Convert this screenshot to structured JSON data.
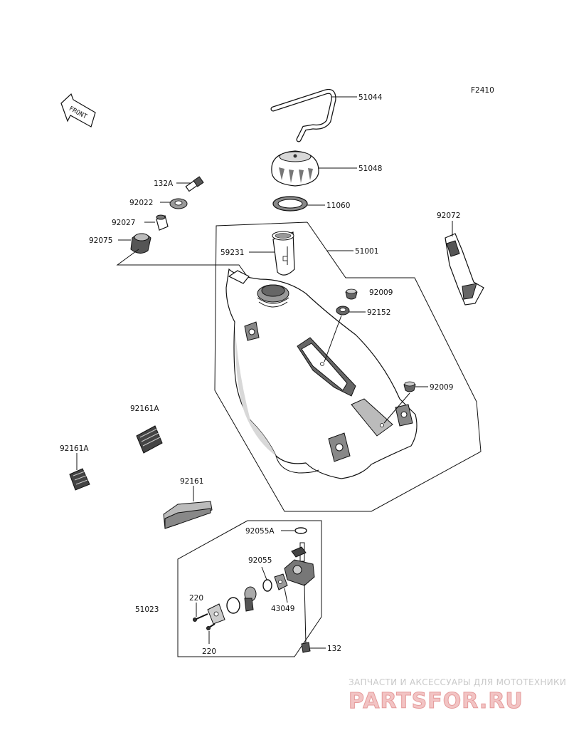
{
  "figure_code": "F2410",
  "front_indicator": "FRONT",
  "parts": [
    {
      "id": "p51044",
      "number": "51044"
    },
    {
      "id": "p51048",
      "number": "51048"
    },
    {
      "id": "p11060",
      "number": "11060"
    },
    {
      "id": "p132A",
      "number": "132A"
    },
    {
      "id": "p92022",
      "number": "92022"
    },
    {
      "id": "p92027",
      "number": "92027"
    },
    {
      "id": "p92075",
      "number": "92075"
    },
    {
      "id": "p59231",
      "number": "59231"
    },
    {
      "id": "p51001",
      "number": "51001"
    },
    {
      "id": "p92072",
      "number": "92072"
    },
    {
      "id": "p92009a",
      "number": "92009"
    },
    {
      "id": "p92152",
      "number": "92152"
    },
    {
      "id": "p92009b",
      "number": "92009"
    },
    {
      "id": "p92161Aa",
      "number": "92161A"
    },
    {
      "id": "p92161Ab",
      "number": "92161A"
    },
    {
      "id": "p92161",
      "number": "92161"
    },
    {
      "id": "p92055A",
      "number": "92055A"
    },
    {
      "id": "p92055",
      "number": "92055"
    },
    {
      "id": "p43049",
      "number": "43049"
    },
    {
      "id": "p220a",
      "number": "220"
    },
    {
      "id": "p220b",
      "number": "220"
    },
    {
      "id": "p51023",
      "number": "51023"
    },
    {
      "id": "p132",
      "number": "132"
    }
  ],
  "watermark": {
    "tagline": "ЗАПЧАСТИ И АКСЕССУАРЫ ДЛЯ МОТОТЕХНИКИ",
    "logo": "PARTSFOR.RU"
  }
}
